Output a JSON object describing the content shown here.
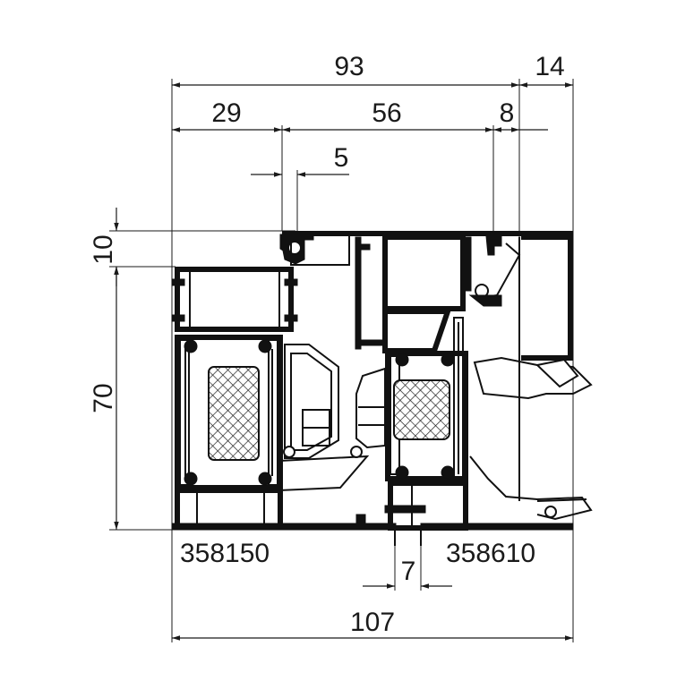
{
  "dimensions": {
    "top_total": "93",
    "top_right": "14",
    "seg_left": "29",
    "seg_mid": "56",
    "seg_right": "8",
    "small_gap": "5",
    "vert_top": "10",
    "vert_main": "70",
    "bottom_gap": "7",
    "bottom_total": "107"
  },
  "labels": {
    "left_profile": "358150",
    "right_profile": "358610"
  },
  "colors": {
    "line": "#1a1a1a",
    "profile": "#111111",
    "background": "#ffffff"
  }
}
